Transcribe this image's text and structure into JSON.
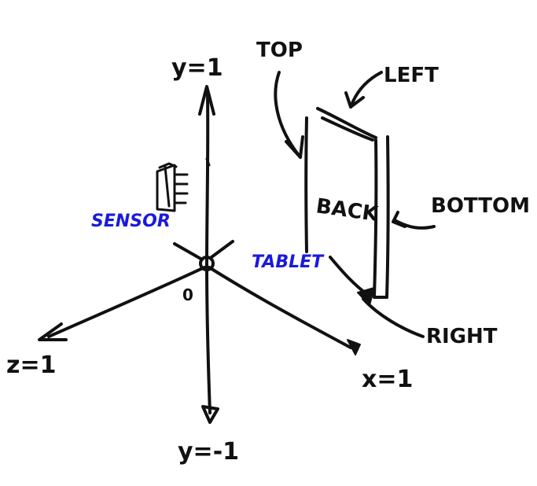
{
  "axes": {
    "y_pos": "y=1",
    "y_neg": "y=-1",
    "z_pos": "z=1",
    "x_pos": "x=1",
    "origin": "0"
  },
  "labels": {
    "sensor": "SENSOR",
    "tablet": "TABLET",
    "top": "TOP",
    "left": "LEFT",
    "back": "BACK",
    "bottom": "BOTTOM",
    "right": "RIGHT"
  },
  "colors": {
    "ink": "#111111",
    "blue": "#1a1adc"
  }
}
